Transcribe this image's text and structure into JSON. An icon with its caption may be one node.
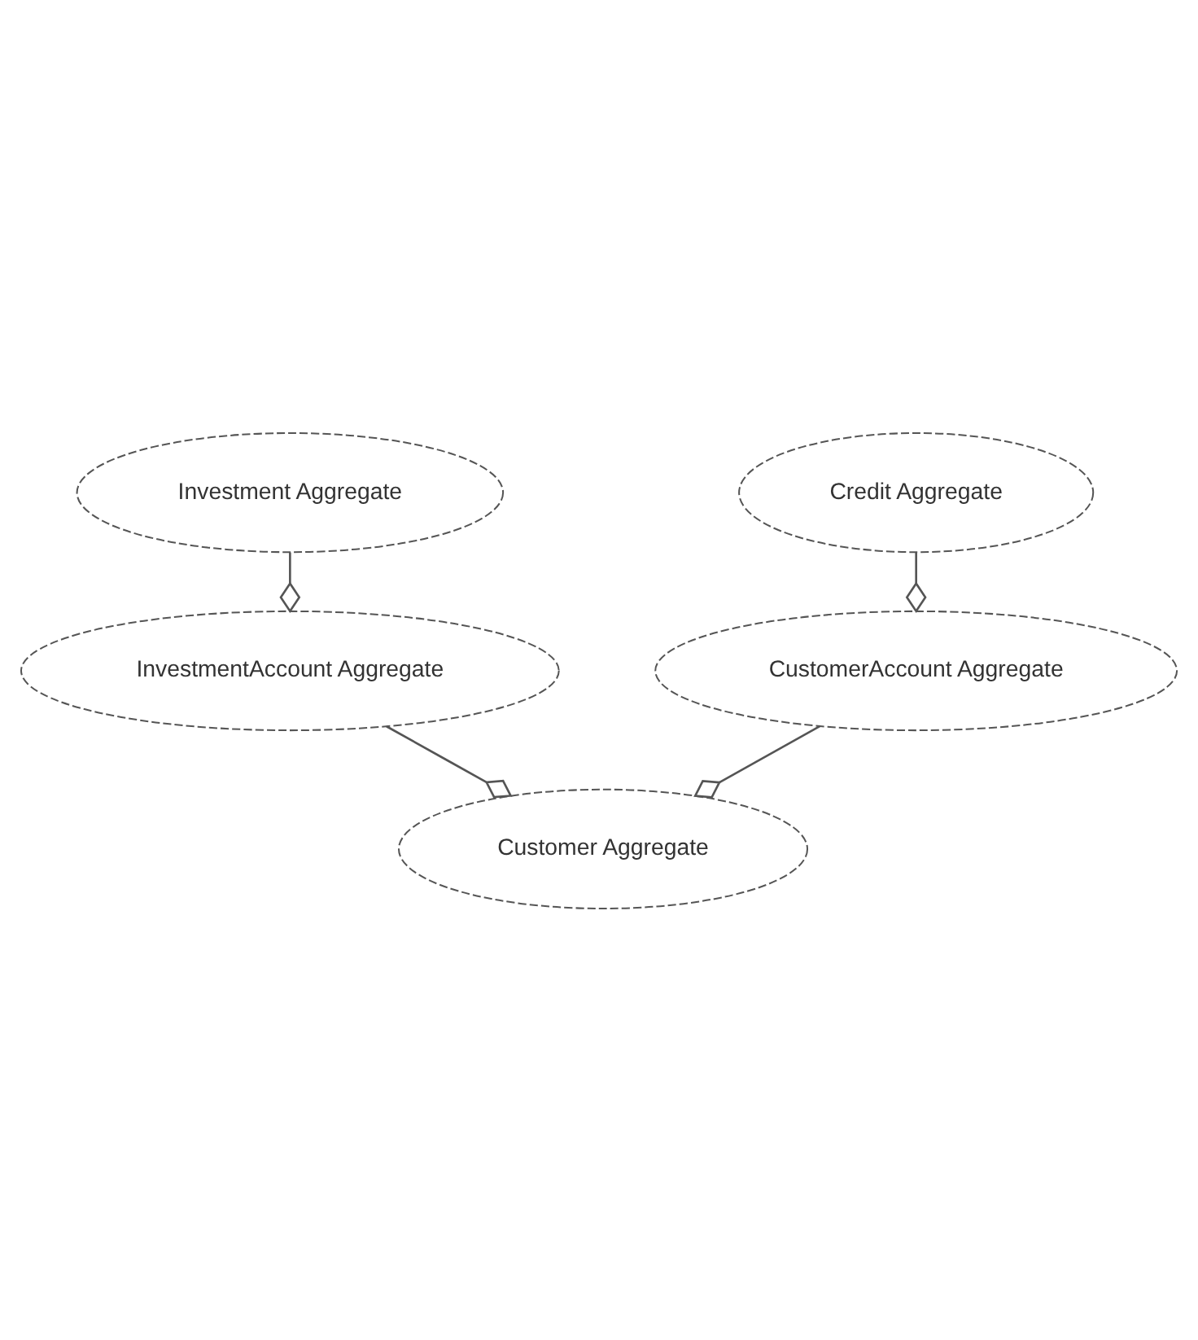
{
  "diagram": {
    "nodes": [
      {
        "text": [
          "Investment Aggregate"
        ]
      },
      {
        "text": [
          "InvestmentAccount Aggregate"
        ]
      },
      {
        "text": [
          "Customer Aggregate"
        ]
      },
      {
        "text": [
          "CustomerAccount Aggregate"
        ]
      },
      {
        "text": [
          "Credit Aggregate"
        ]
      }
    ],
    "edges": [
      {
        "from": 0,
        "to": 1,
        "arrow": "other"
      },
      {
        "from": 1,
        "to": 2,
        "arrow": "other"
      },
      {
        "from": 3,
        "to": 2,
        "arrow": "other"
      },
      {
        "from": 4,
        "to": 3,
        "arrow": "other"
      }
    ]
  }
}
